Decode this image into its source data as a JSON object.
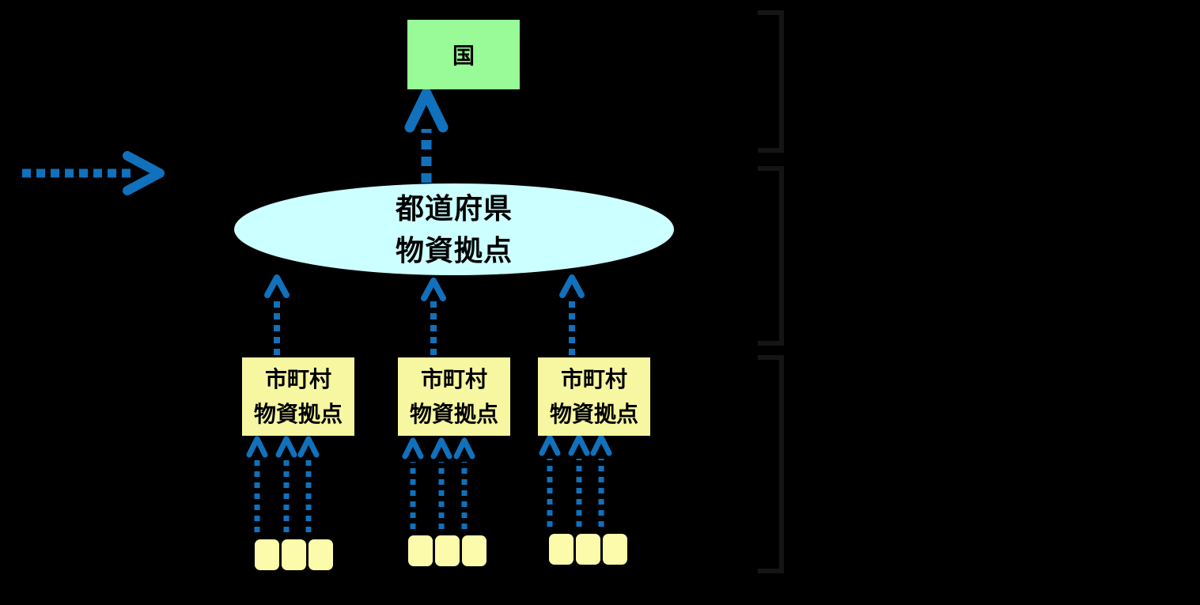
{
  "diagram": {
    "national": {
      "label": "国"
    },
    "prefecture": {
      "line1": "都道府県",
      "line2": "物資拠点"
    },
    "municipal_boxes": [
      {
        "line1": "市町村",
        "line2": "物資拠点"
      },
      {
        "line1": "市町村",
        "line2": "物資拠点"
      },
      {
        "line1": "市町村",
        "line2": "物資拠点"
      }
    ],
    "supplier_groups": [
      {
        "count": 3
      },
      {
        "count": 3
      },
      {
        "count": 3
      }
    ]
  },
  "icons": {
    "legend_arrow": "dashed-right-arrow",
    "flow_arrow": "dashed-up-arrow",
    "bracket": "right-side-level-bracket"
  },
  "colors": {
    "background": "#000000",
    "flow_arrow_blue": "#1171BC",
    "national_box_fill": "#98FB98",
    "prefecture_ellipse_fill": "#CCFFFF",
    "municipal_box_fill": "#F7F7A1",
    "supplier_square_fill": "#FBFBAB",
    "bracket_stroke": "#151515",
    "label_text": "#000000"
  }
}
